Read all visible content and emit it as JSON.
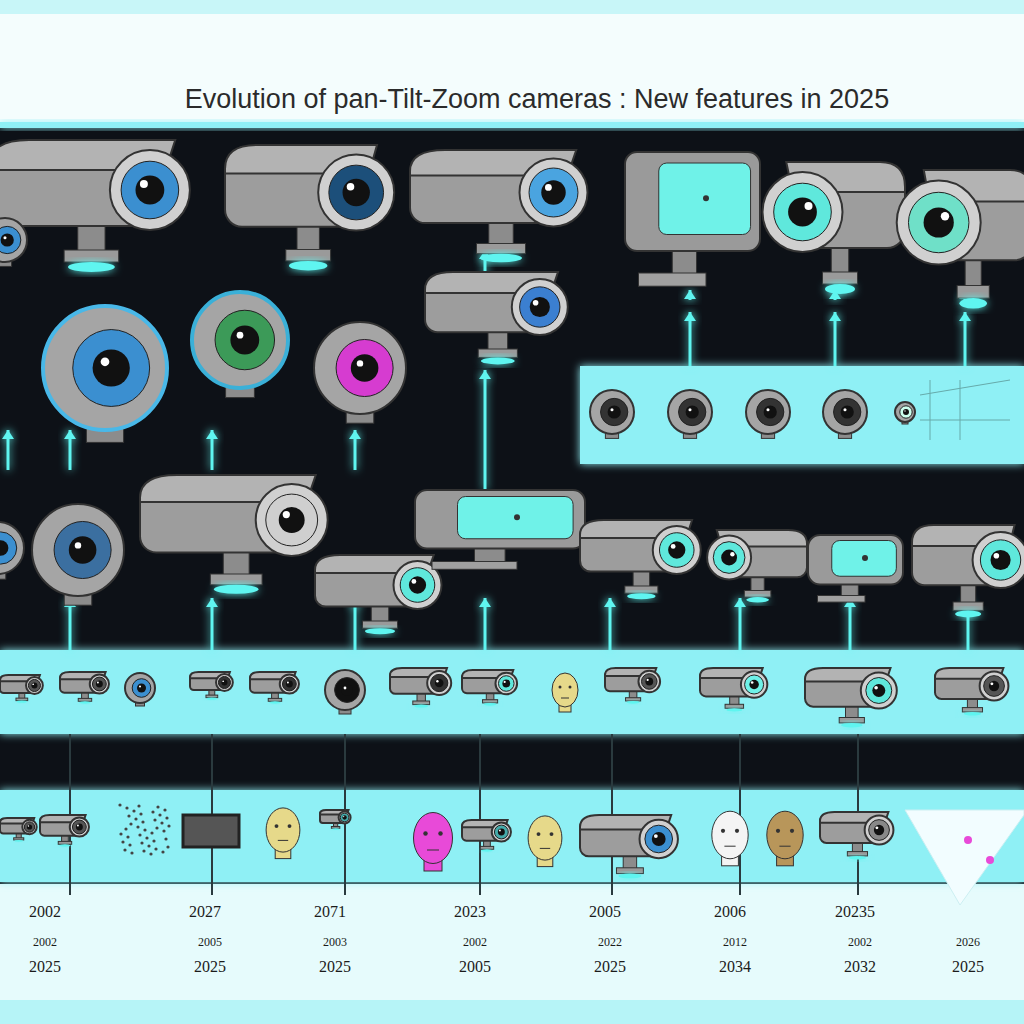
{
  "diagram": {
    "title": "Evolution of pan-Tilt-Zoom cameras : New features in 2025",
    "labels": [
      "2002",
      "2027",
      "2071",
      "2023",
      "2005",
      "2006",
      "20235",
      "2002",
      "2005",
      "2003",
      "2002",
      "2022",
      "2012",
      "2002",
      "2026",
      "2025",
      "2025",
      "2025",
      "2005",
      "2025",
      "2034",
      "2032",
      "2025"
    ]
  }
}
